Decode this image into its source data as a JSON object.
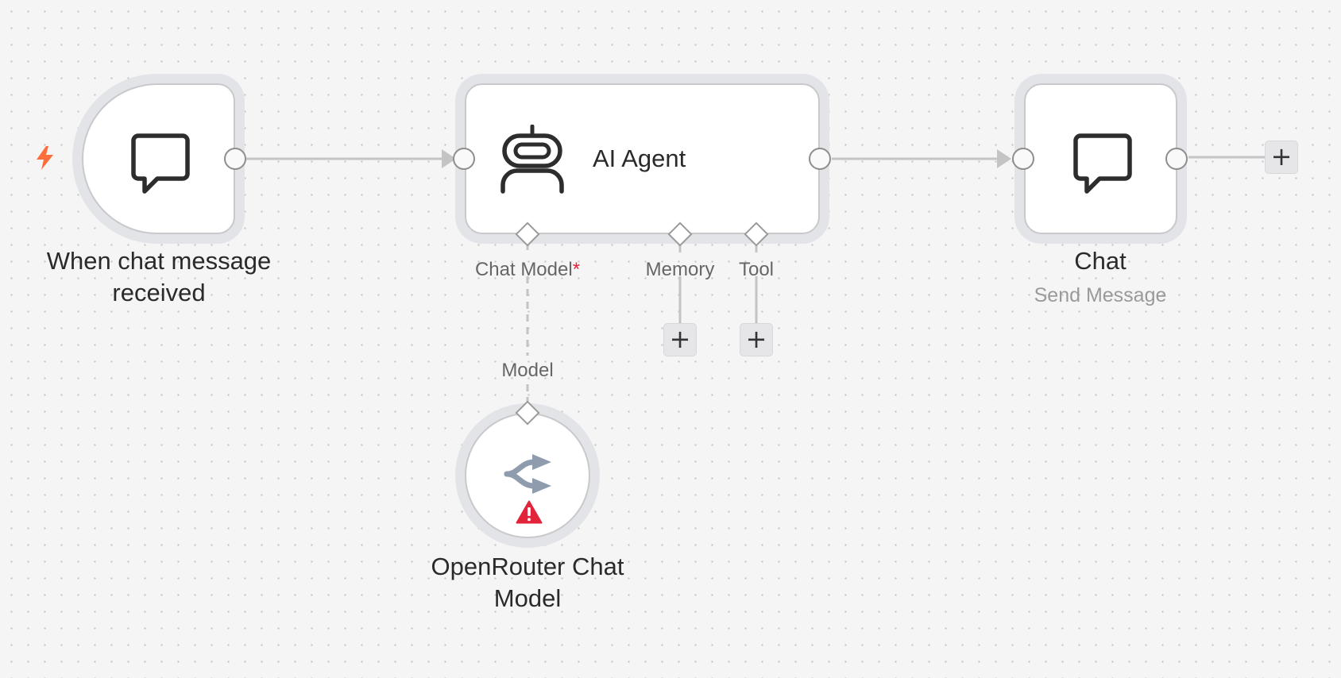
{
  "canvas": {
    "background": "#f5f5f5",
    "accent_trigger": "#ff6d3a",
    "warning_color": "#e2233a"
  },
  "nodes": {
    "trigger": {
      "title": "When chat message received",
      "title_line1": "When chat message",
      "title_line2": "received",
      "icon": "chat-bubble-icon",
      "badge_icon": "lightning-bolt-icon"
    },
    "agent": {
      "title": "AI Agent",
      "icon": "robot-icon",
      "ports": {
        "chat_model": "Chat Model",
        "chat_model_required": "*",
        "memory": "Memory",
        "tool": "Tool"
      }
    },
    "chat": {
      "title": "Chat",
      "subtitle": "Send Message",
      "icon": "chat-bubble-icon"
    },
    "openrouter": {
      "title": "OpenRouter Chat Model",
      "title_line1": "OpenRouter Chat",
      "title_line2": "Model",
      "port_label": "Model",
      "icon": "openrouter-icon",
      "warning_icon": "warning-triangle-icon"
    }
  },
  "buttons": {
    "plus": "+"
  }
}
